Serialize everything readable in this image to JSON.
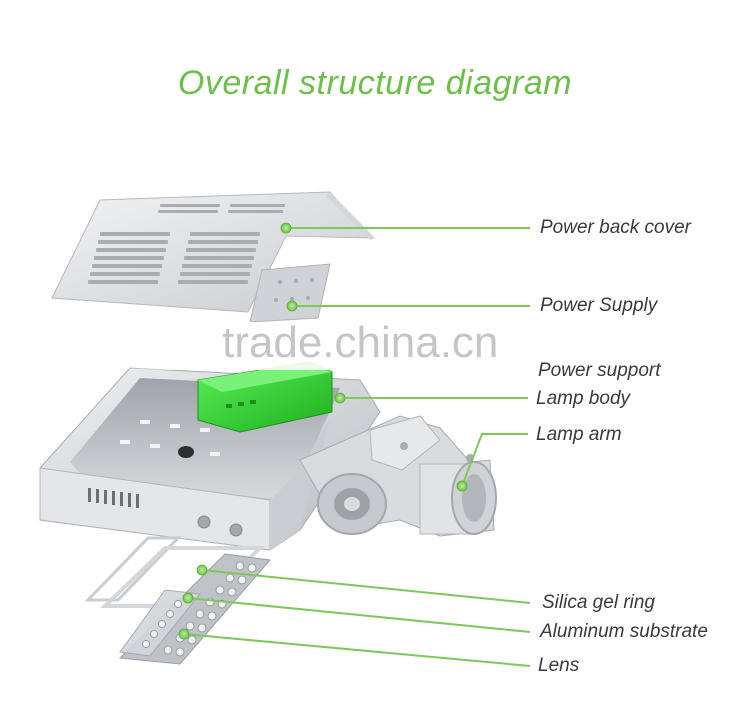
{
  "title": "Overall structure diagram",
  "watermark": "trade.china.cn",
  "labels": {
    "power_back_cover": "Power back cover",
    "power_supply": "Power Supply",
    "power_support": "Power support",
    "lamp_body": "Lamp body",
    "lamp_arm": "Lamp arm",
    "silica_gel_ring": "Silica gel ring",
    "aluminum_substrate": "Aluminum substrate",
    "lens": "Lens"
  },
  "colors": {
    "title": "#6cc04a",
    "leader_line": "#7cc85a",
    "power_module": "#3dd83b",
    "housing": "#dcdfe2"
  }
}
